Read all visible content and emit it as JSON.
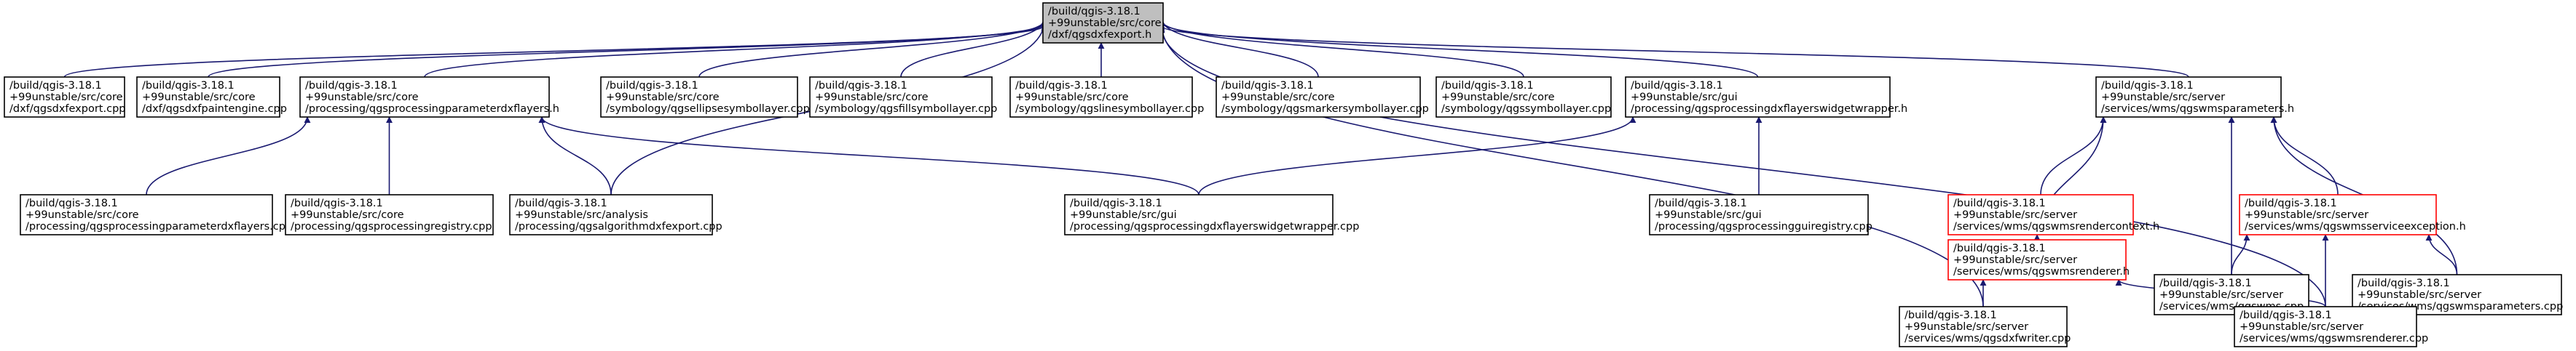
{
  "nodes": [
    {
      "id": "root",
      "lines": [
        "/build/qgis-3.18.1",
        "+99unstable/src/core",
        "/dxf/qgsdxfexport.h"
      ]
    },
    {
      "id": "n1",
      "lines": [
        "/build/qgis-3.18.1",
        "+99unstable/src/core",
        "/dxf/qgsdxfexport.cpp"
      ]
    },
    {
      "id": "n2",
      "lines": [
        "/build/qgis-3.18.1",
        "+99unstable/src/core",
        "/dxf/qgsdxfpaintengine.cpp"
      ]
    },
    {
      "id": "n3",
      "lines": [
        "/build/qgis-3.18.1",
        "+99unstable/src/core",
        "/processing/qgsprocessingparameterdxflayers.h"
      ]
    },
    {
      "id": "n4",
      "lines": [
        "/build/qgis-3.18.1",
        "+99unstable/src/core",
        "/symbology/qgsellipsesymbollayer.cpp"
      ]
    },
    {
      "id": "n5",
      "lines": [
        "/build/qgis-3.18.1",
        "+99unstable/src/core",
        "/symbology/qgsfillsymbollayer.cpp"
      ]
    },
    {
      "id": "n6",
      "lines": [
        "/build/qgis-3.18.1",
        "+99unstable/src/core",
        "/symbology/qgslinesymbollayer.cpp"
      ]
    },
    {
      "id": "n7",
      "lines": [
        "/build/qgis-3.18.1",
        "+99unstable/src/core",
        "/symbology/qgsmarkersymbollayer.cpp"
      ]
    },
    {
      "id": "n8",
      "lines": [
        "/build/qgis-3.18.1",
        "+99unstable/src/core",
        "/symbology/qgssymbollayer.cpp"
      ]
    },
    {
      "id": "n9",
      "lines": [
        "/build/qgis-3.18.1",
        "+99unstable/src/gui",
        "/processing/qgsprocessingdxflayerswidgetwrapper.h"
      ]
    },
    {
      "id": "n10",
      "lines": [
        "/build/qgis-3.18.1",
        "+99unstable/src/server",
        "/services/wms/qgswmsparameters.h"
      ]
    },
    {
      "id": "n11",
      "lines": [
        "/build/qgis-3.18.1",
        "+99unstable/src/core",
        "/processing/qgsprocessingparameterdxflayers.cpp"
      ]
    },
    {
      "id": "n12",
      "lines": [
        "/build/qgis-3.18.1",
        "+99unstable/src/core",
        "/processing/qgsprocessingregistry.cpp"
      ]
    },
    {
      "id": "n13",
      "lines": [
        "/build/qgis-3.18.1",
        "+99unstable/src/analysis",
        "/processing/qgsalgorithmdxfexport.cpp"
      ]
    },
    {
      "id": "n14",
      "lines": [
        "/build/qgis-3.18.1",
        "+99unstable/src/gui",
        "/processing/qgsprocessingdxflayerswidgetwrapper.cpp"
      ]
    },
    {
      "id": "n15",
      "lines": [
        "/build/qgis-3.18.1",
        "+99unstable/src/gui",
        "/processing/qgsprocessingguiregistry.cpp"
      ]
    },
    {
      "id": "n16",
      "lines": [
        "/build/qgis-3.18.1",
        "+99unstable/src/server",
        "/services/wms/qgswmsrendercontext.h"
      ]
    },
    {
      "id": "n17",
      "lines": [
        "/build/qgis-3.18.1",
        "+99unstable/src/server",
        "/services/wms/qgswmsserviceexception.h"
      ]
    },
    {
      "id": "n18",
      "lines": [
        "/build/qgis-3.18.1",
        "+99unstable/src/server",
        "/services/wms/qgswmsrenderer.h"
      ]
    },
    {
      "id": "n19",
      "lines": [
        "/build/qgis-3.18.1",
        "+99unstable/src/server",
        "/services/wms/qgswms.cpp"
      ]
    },
    {
      "id": "n20",
      "lines": [
        "/build/qgis-3.18.1",
        "+99unstable/src/server",
        "/services/wms/qgswmsparameters.cpp"
      ]
    },
    {
      "id": "n21",
      "lines": [
        "/build/qgis-3.18.1",
        "+99unstable/src/server",
        "/services/wms/qgsdxfwriter.cpp"
      ]
    },
    {
      "id": "n22",
      "lines": [
        "/build/qgis-3.18.1",
        "+99unstable/src/server",
        "/services/wms/qgswmsrenderer.cpp"
      ]
    }
  ],
  "edges": [
    [
      "n1",
      "root"
    ],
    [
      "n2",
      "root"
    ],
    [
      "n3",
      "root"
    ],
    [
      "n4",
      "root"
    ],
    [
      "n5",
      "root"
    ],
    [
      "n6",
      "root"
    ],
    [
      "n7",
      "root"
    ],
    [
      "n8",
      "root"
    ],
    [
      "n9",
      "root"
    ],
    [
      "n10",
      "root"
    ],
    [
      "n13",
      "root"
    ],
    [
      "n21",
      "root"
    ],
    [
      "n22",
      "root"
    ],
    [
      "n11",
      "n3"
    ],
    [
      "n12",
      "n3"
    ],
    [
      "n13",
      "n3"
    ],
    [
      "n14",
      "n3"
    ],
    [
      "n14",
      "n9"
    ],
    [
      "n15",
      "n9"
    ],
    [
      "n16",
      "n10"
    ],
    [
      "n17",
      "n10"
    ],
    [
      "n18",
      "n10"
    ],
    [
      "n19",
      "n10"
    ],
    [
      "n20",
      "n10"
    ],
    [
      "n18",
      "n16"
    ],
    [
      "n19",
      "n17"
    ],
    [
      "n20",
      "n17"
    ],
    [
      "n22",
      "n17"
    ],
    [
      "n21",
      "n18"
    ],
    [
      "n22",
      "n18"
    ]
  ]
}
